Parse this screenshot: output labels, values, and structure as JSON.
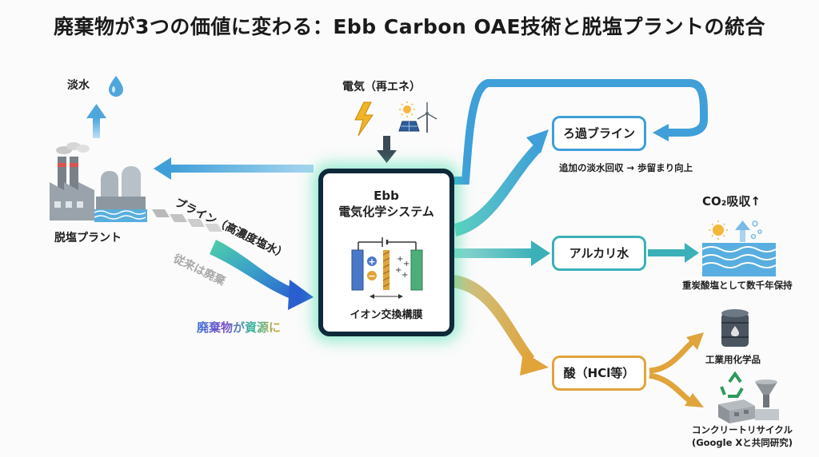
{
  "title": "廃棄物が3つの価値に変わる：Ebb Carbon OAE技術と脱塩プラントの統合",
  "plant": {
    "label": "脱塩プラント",
    "freshwater_label": "淡水"
  },
  "power": {
    "label": "電気（再エネ）"
  },
  "flows": {
    "brine_label": "ブライン（高濃度塩水）",
    "past_label": "従来は廃棄",
    "resource_label": "廃棄物が資源に"
  },
  "system": {
    "title_line1": "Ebb",
    "title_line2": "電気化学システム",
    "membrane_label": "イオン交換構膜"
  },
  "outputs": {
    "filtered": {
      "label": "ろ過ブライン",
      "note": "追加の淡水回収 → 歩留まり向上"
    },
    "alkaline": {
      "label": "アルカリ水",
      "co2_label": "CO₂吸収↑",
      "note": "重炭酸塩として数千年保持"
    },
    "acid": {
      "label": "酸（HCl等）",
      "industrial_label": "工業用化学品",
      "concrete_label_line1": "コンクリートリサイクル",
      "concrete_label_line2": "(Google Xと共同研究)"
    }
  },
  "colors": {
    "blue": "#3f9fd8",
    "teal": "#3bb0b8",
    "orange": "#e0a43a",
    "navy": "#0e2a3a",
    "glow": "#3cdcaa"
  }
}
